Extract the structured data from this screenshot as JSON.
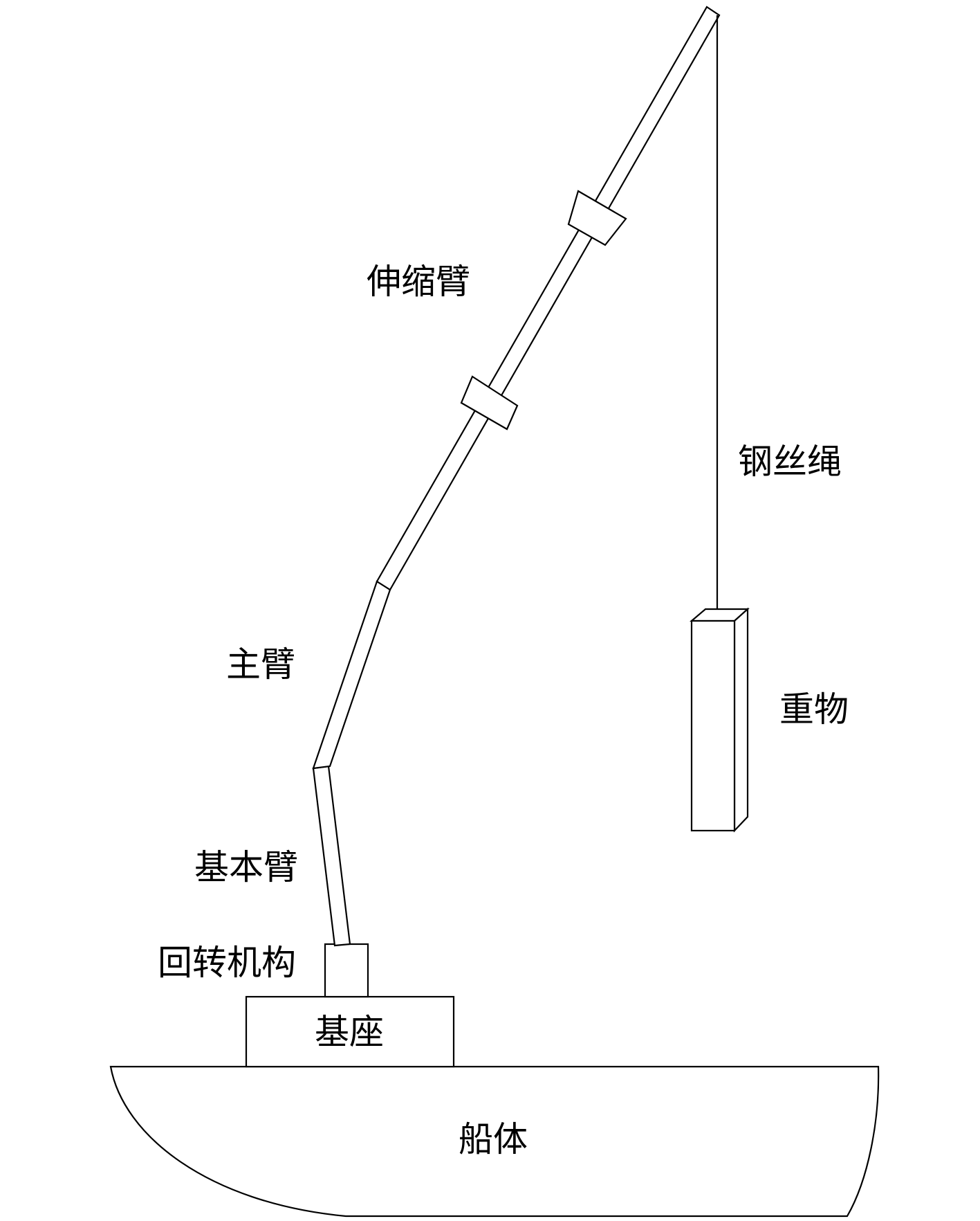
{
  "labels": {
    "telescopic_boom": "伸缩臂",
    "wire_rope": "钢丝绳",
    "main_boom": "主臂",
    "load": "重物",
    "base_boom": "基本臂",
    "slewing_mechanism": "回转机构",
    "pedestal": "基座",
    "hull": "船体"
  },
  "colors": {
    "stroke": "#000000",
    "fill": "#ffffff"
  }
}
